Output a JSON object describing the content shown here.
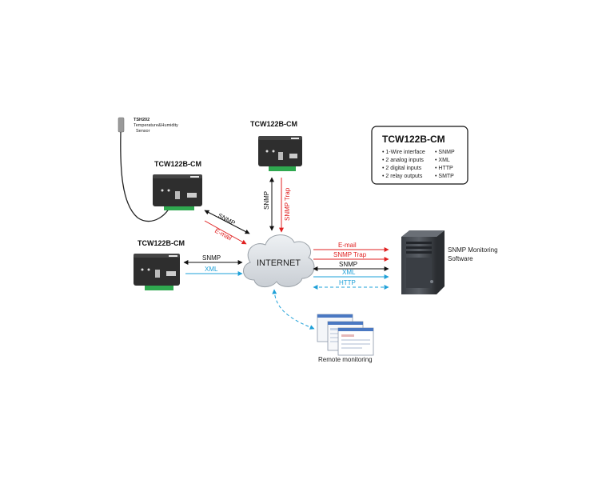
{
  "sensor": {
    "name": "TSH202",
    "desc_line1": "Temperature&Humidity",
    "desc_line2": "Sensor"
  },
  "devices": {
    "top": "TCW122B-CM",
    "middle": "TCW122B-CM",
    "left": "TCW122B-CM"
  },
  "spec_box": {
    "title": "TCW122B-CM",
    "features_left": [
      "1-Wire interface",
      "2 analog inputs",
      "2 digital inputs",
      "2 relay outputs"
    ],
    "features_right": [
      "SNMP",
      "XML",
      "HTTP",
      "SMTP"
    ]
  },
  "cloud": {
    "label": "INTERNET"
  },
  "links": {
    "top_snmp": "SNMP",
    "top_trap": "SNMP Trap",
    "mid_snmp": "SNMP",
    "mid_email": "E-mail",
    "left_snmp": "SNMP",
    "left_xml": "XML",
    "right": [
      "E-mail",
      "SNMP Trap",
      "SNMP",
      "XML",
      "HTTP"
    ]
  },
  "server": {
    "line1": "SNMP Monitoring",
    "line2": "Software"
  },
  "remote": {
    "label": "Remote monitoring"
  },
  "colors": {
    "snmp": "#111111",
    "email": "#e02020",
    "xml": "#1ea0d8",
    "device": "#2e2e2e",
    "terminal": "#2fa84f"
  }
}
